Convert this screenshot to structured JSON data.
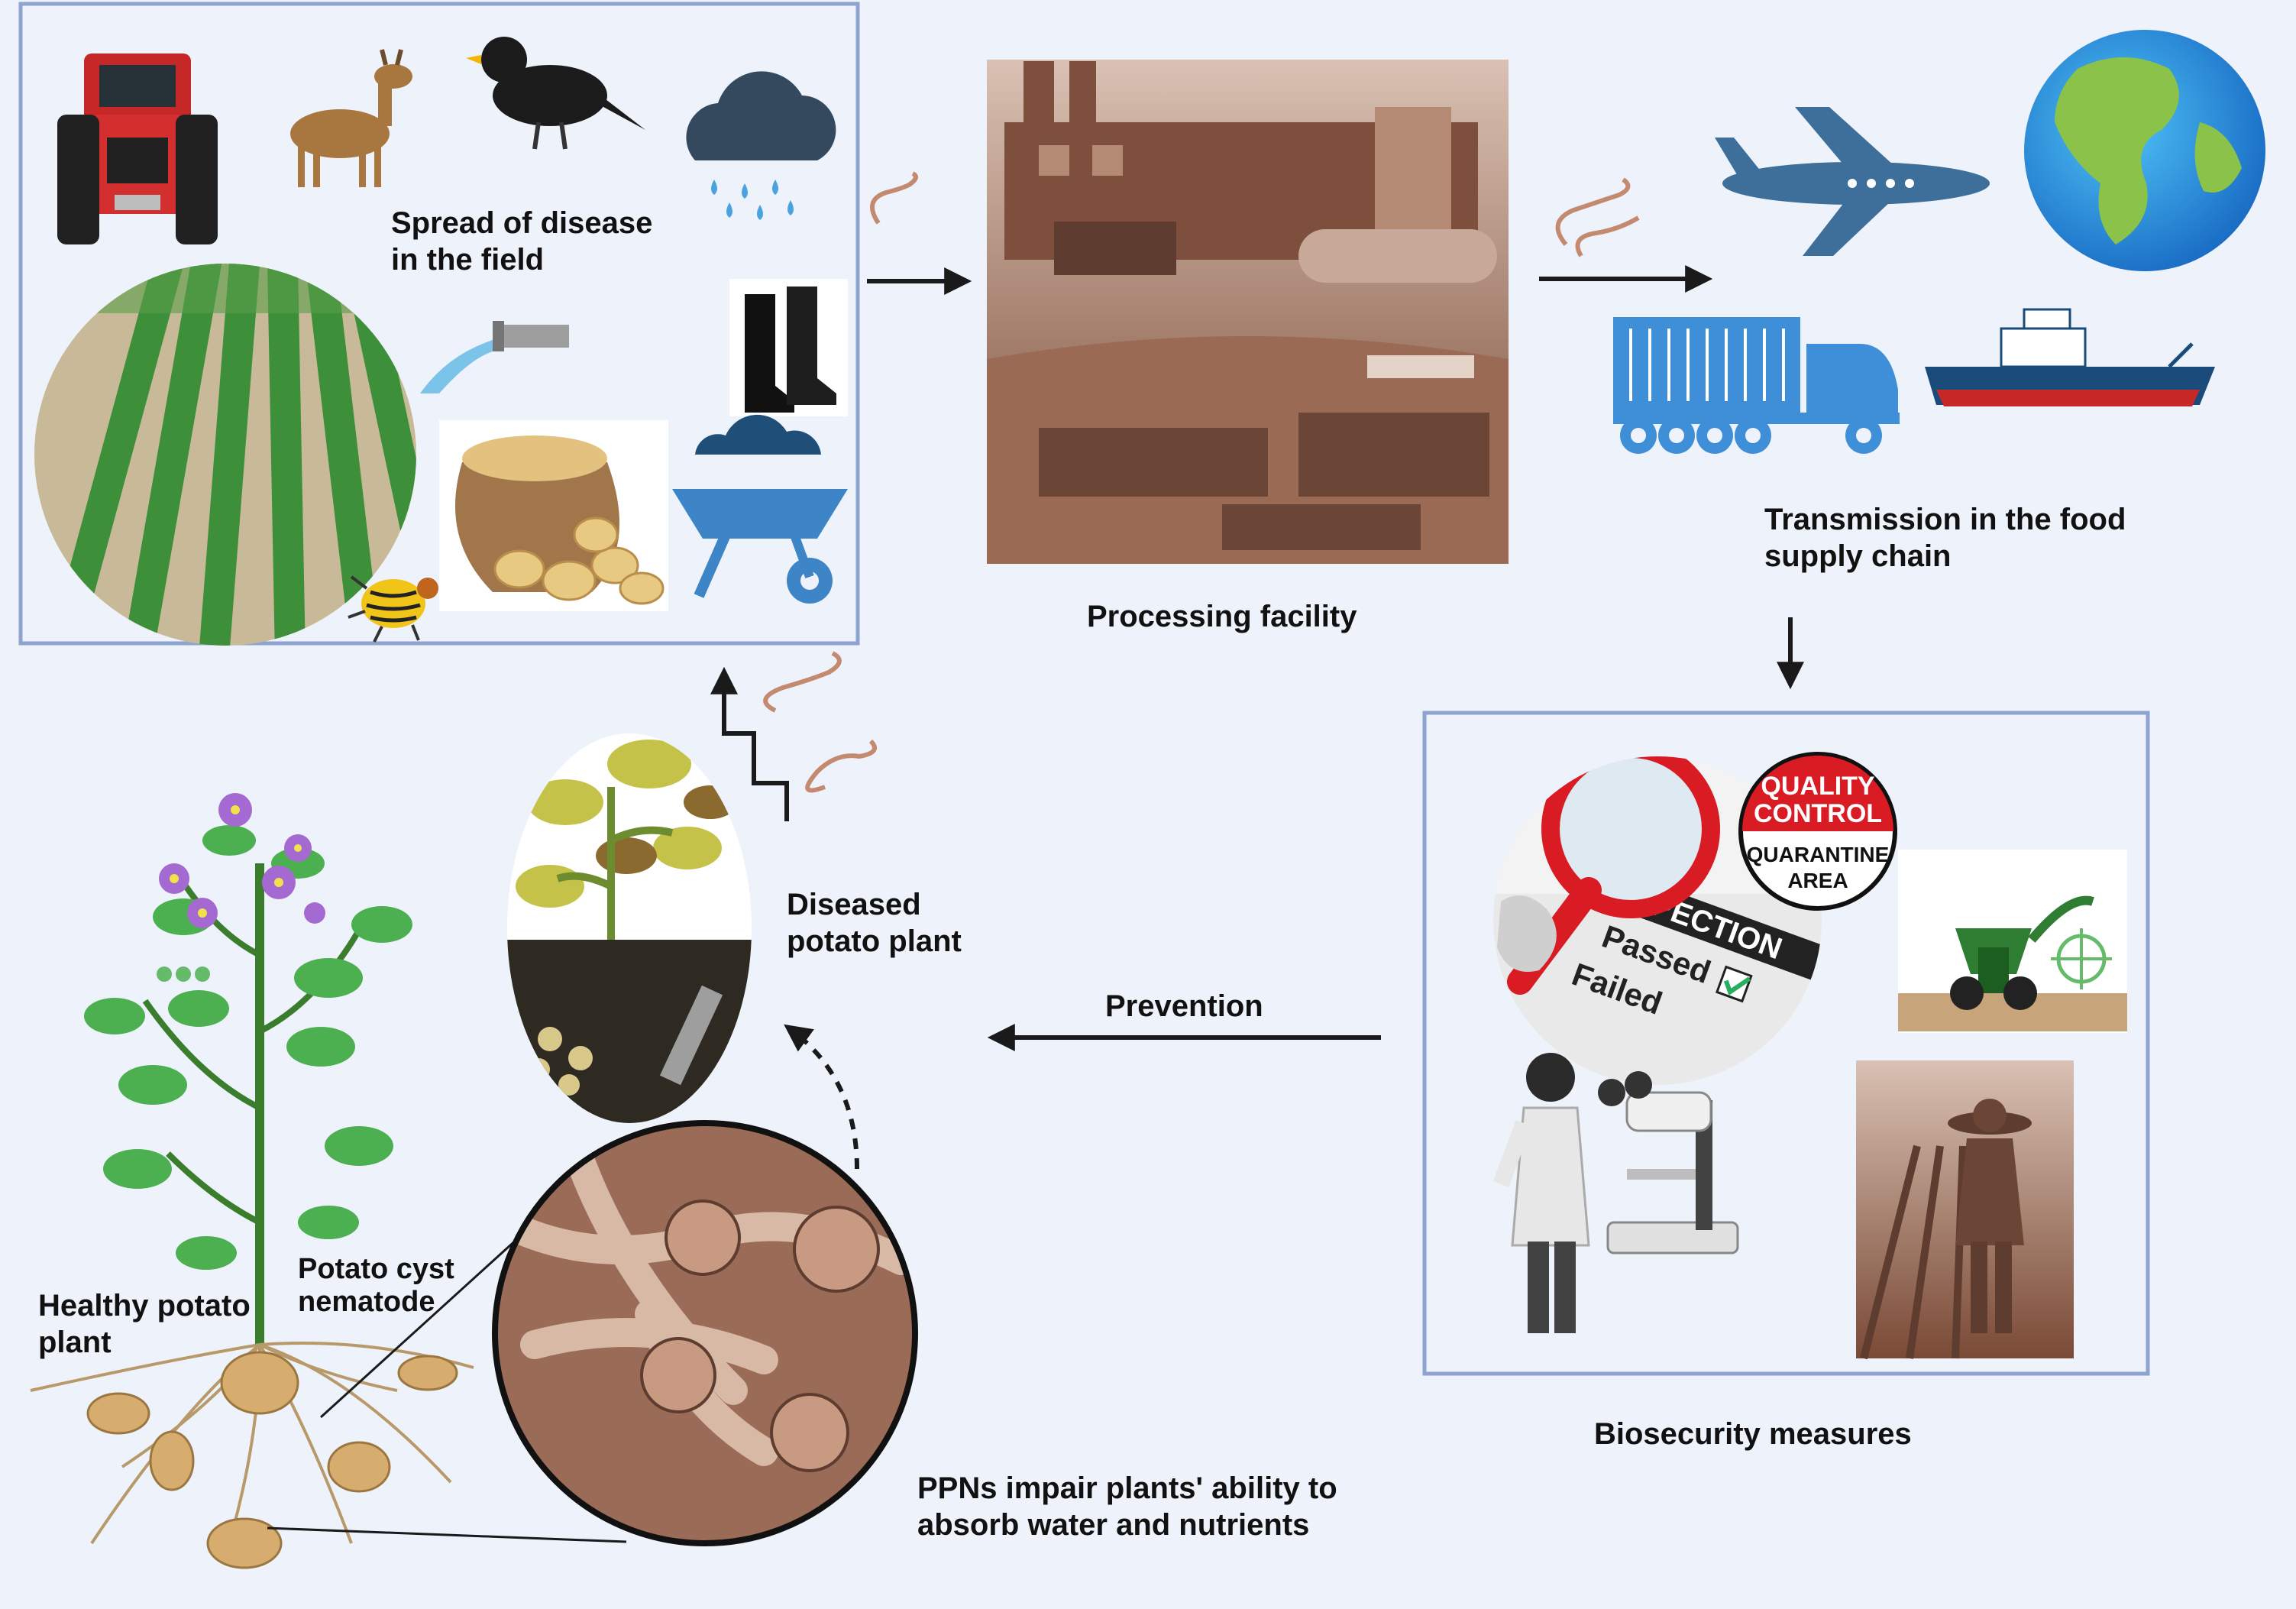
{
  "labels": {
    "field": [
      "Spread of disease",
      "in the field"
    ],
    "processing": "Processing facility",
    "transmission": [
      "Transmission in the food",
      "supply chain"
    ],
    "biosecurity": "Biosecurity measures",
    "prevention": "Prevention",
    "diseased": [
      "Diseased",
      "potato plant"
    ],
    "healthy": [
      "Healthy potato",
      "plant"
    ],
    "pcn": [
      "Potato cyst",
      "nematode"
    ],
    "ppns": [
      "PPNs impair plants' ability to",
      "absorb water and nutrients"
    ]
  },
  "badge": {
    "top": [
      "QUALITY",
      "CONTROL"
    ],
    "bottom": [
      "QUARANTINE",
      "AREA"
    ]
  },
  "inspection_sheet": {
    "header": "INSPECTION",
    "passed": "Passed",
    "failed": "Failed"
  },
  "colors": {
    "background": "#eef3fb",
    "panel_border": "#8ea3cf",
    "arrow": "#1a1a1a",
    "vehicle_blue": "#3d6f9a",
    "badge_red": "#d91b24",
    "sepia": "#8a5a45",
    "leaf_green": "#3f9a3c",
    "flower_purple": "#a46ad1"
  }
}
